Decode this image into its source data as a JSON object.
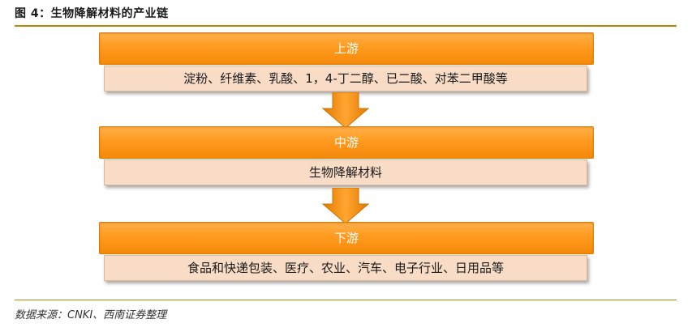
{
  "figure": {
    "title": "图 4：生物降解材料的产业链",
    "source": "数据来源：CNKI、西南证券整理"
  },
  "stages": [
    {
      "label": "上游",
      "content": "淀粉、纤维素、乳酸、1，4-丁二醇、已二酸、对苯二甲酸等"
    },
    {
      "label": "中游",
      "content": "生物降解材料"
    },
    {
      "label": "下游",
      "content": "食品和快递包装、医疗、农业、汽车、电子行业、日用品等"
    }
  ],
  "colors": {
    "header": "#ff9a1e",
    "body": "#f8dcc6",
    "arrow": "#f28c0a",
    "rule": "#b8860b"
  },
  "icons": [
    "down-arrow-icon",
    "down-arrow-icon"
  ]
}
